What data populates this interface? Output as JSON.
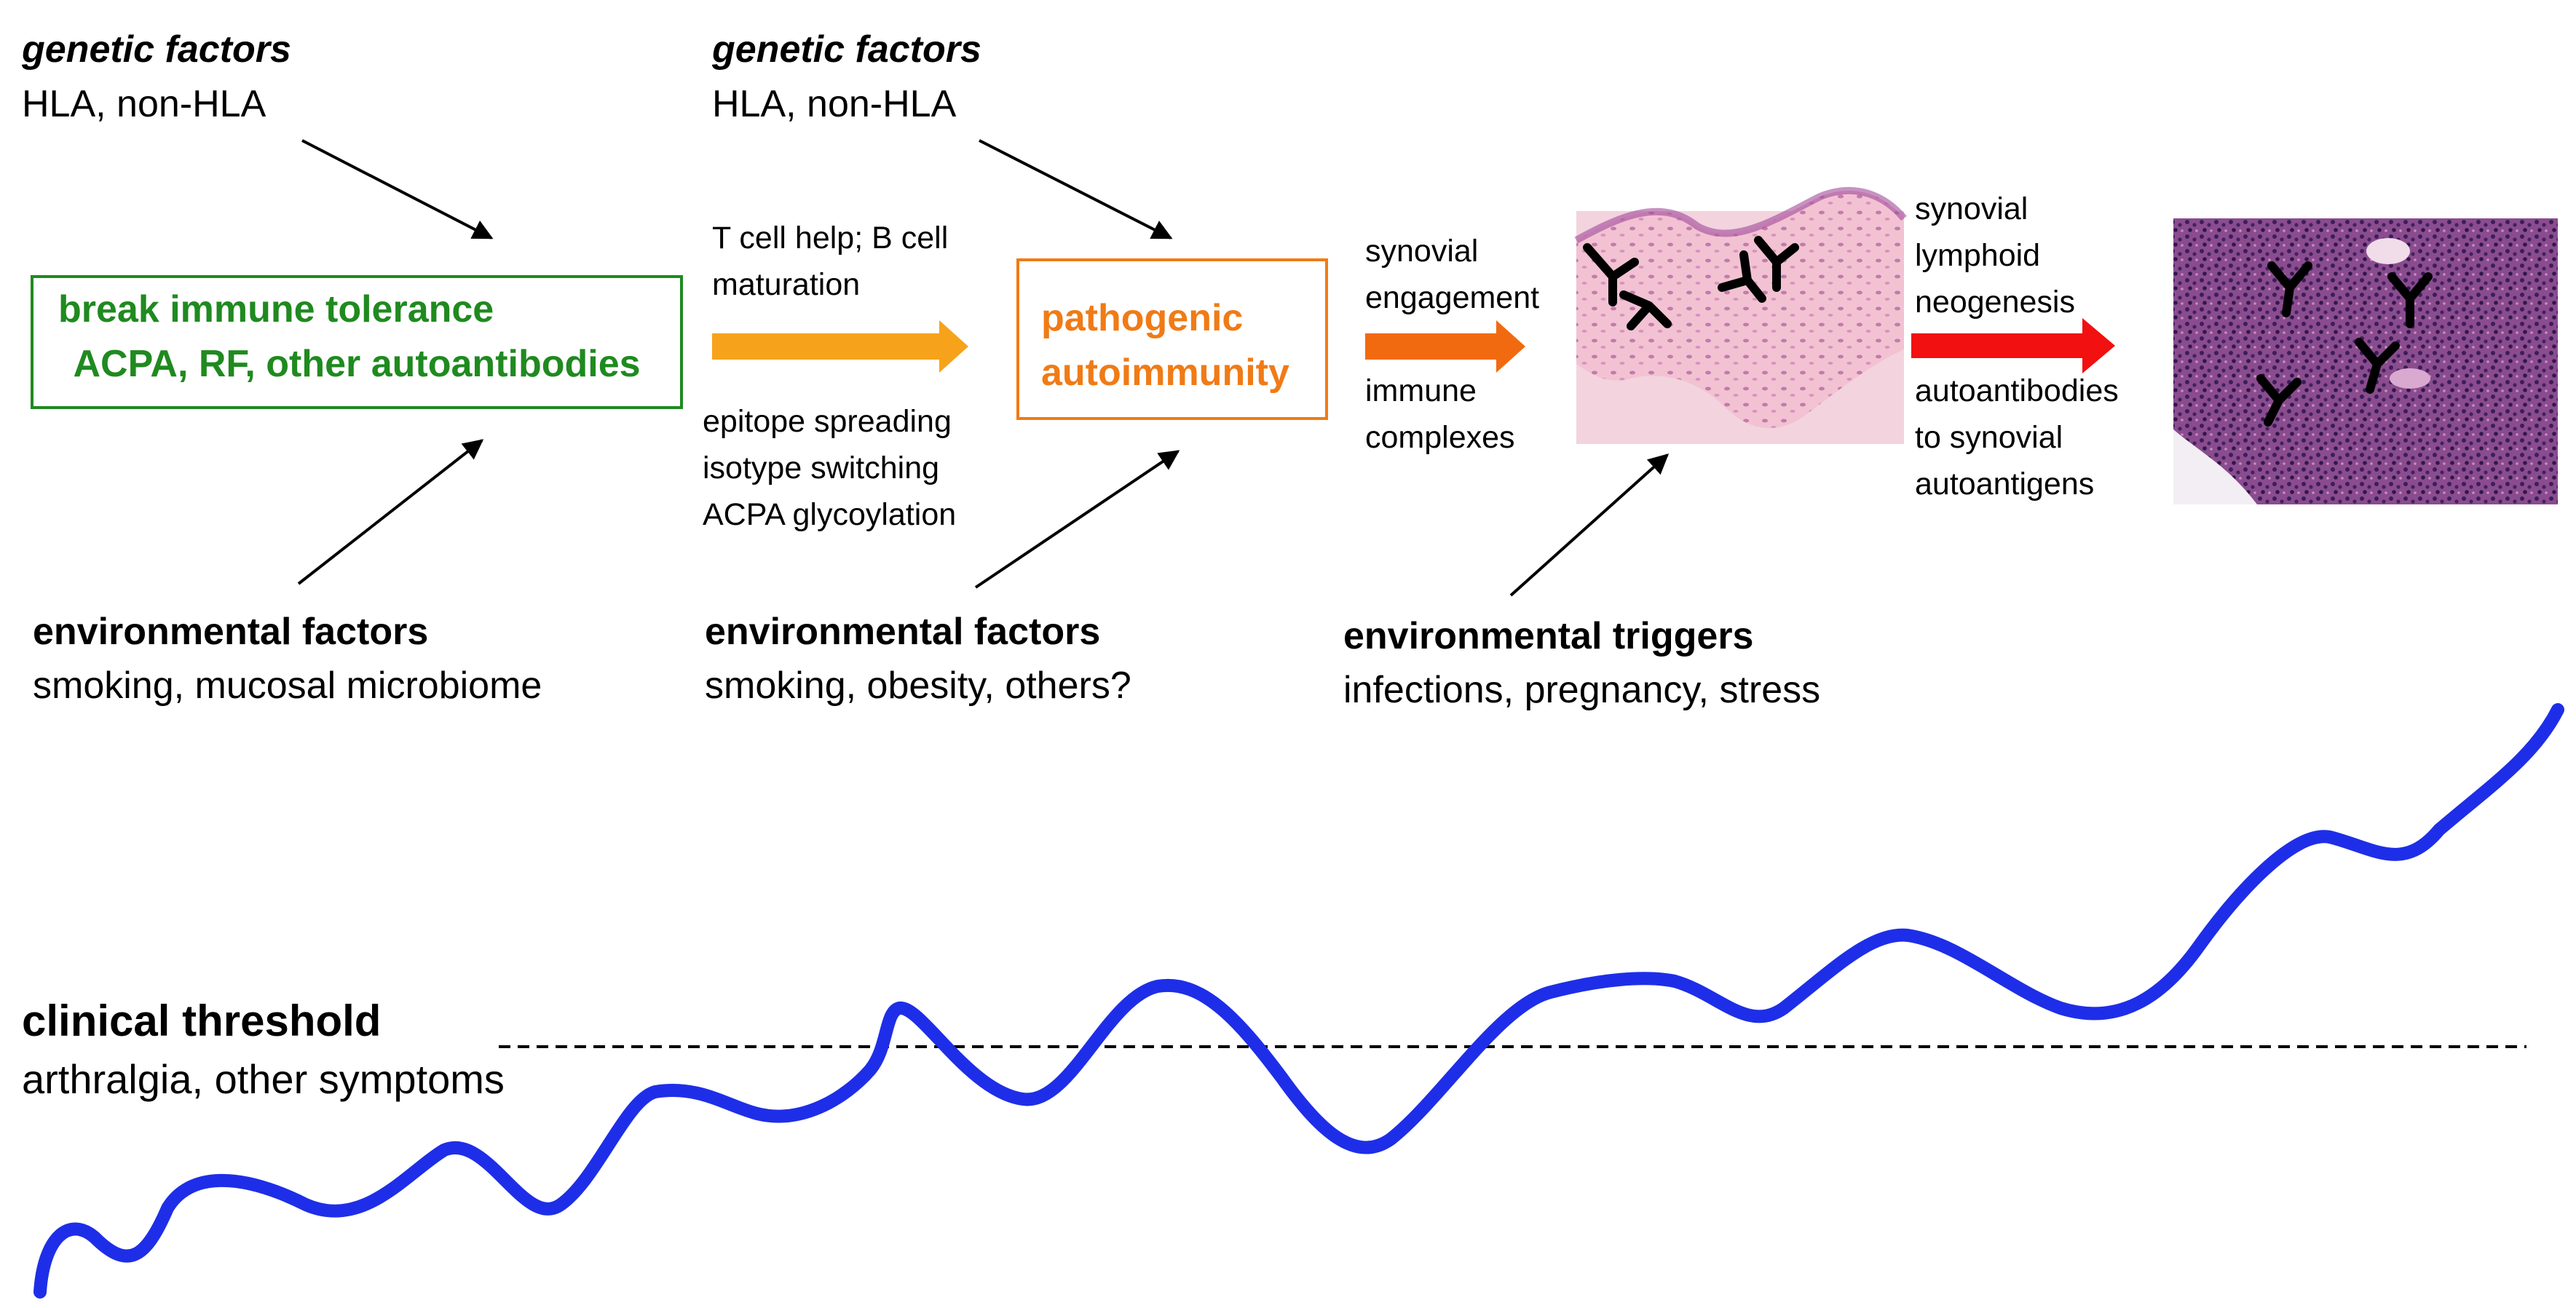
{
  "stage1": {
    "genetic_title": "genetic factors",
    "genetic_text": "HLA, non-HLA",
    "box_line1": "break immune tolerance",
    "box_line2": "ACPA, RF, other autoantibodies",
    "env_title": "environmental factors",
    "env_text": "smoking, mucosal microbiome"
  },
  "arrow1": {
    "above": [
      "T cell help; B cell",
      "maturation"
    ],
    "below": [
      "epitope  spreading",
      "isotype switching",
      "ACPA glycoylation"
    ]
  },
  "stage2": {
    "genetic_title": "genetic factors",
    "genetic_text": "HLA, non-HLA",
    "box_line1": "pathogenic",
    "box_line2": "autoimmunity",
    "env_title": "environmental factors",
    "env_text": "smoking, obesity, others?"
  },
  "arrow2": {
    "above": [
      "synovial",
      "engagement"
    ],
    "below": [
      "immune",
      "complexes"
    ]
  },
  "stage3": {
    "env_title": "environmental triggers",
    "env_text": "infections, pregnancy, stress"
  },
  "arrow3": {
    "above": [
      "synovial",
      "lymphoid",
      "neogenesis"
    ],
    "below": [
      "autoantibodies",
      "to synovial",
      "autoantigens"
    ]
  },
  "threshold": {
    "title": "clinical threshold",
    "text": "arthralgia, other symptoms"
  },
  "colors": {
    "green": "#1f8a1f",
    "orange": "#f07b16",
    "arrow1": "#f7a21b",
    "arrow2": "#f26a10",
    "arrow3": "#f21010",
    "curve": "#1e2ee8"
  }
}
